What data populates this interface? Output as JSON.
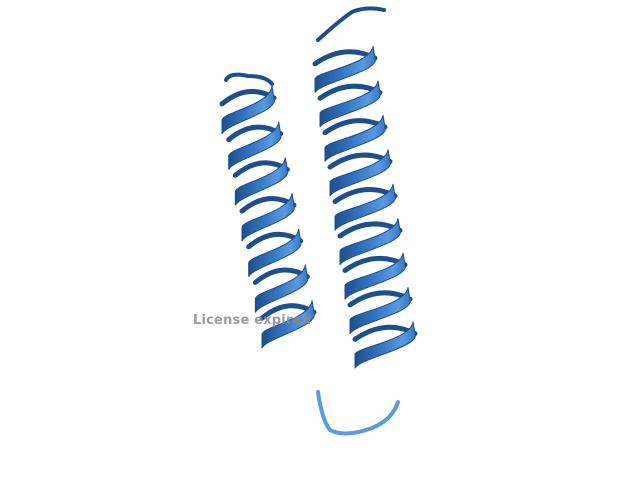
{
  "viewer": {
    "watermark_text": "License expired"
  },
  "structure": {
    "representation": "cartoon",
    "helices": 2,
    "helix_turns": [
      7,
      9
    ],
    "colors": {
      "ribbon": "#3677c4",
      "ribbon_highlight": "#5a9ae0",
      "ribbon_shadow": "#1e4f8c",
      "background": "#ffffff",
      "watermark": "#8a8a8a"
    }
  }
}
